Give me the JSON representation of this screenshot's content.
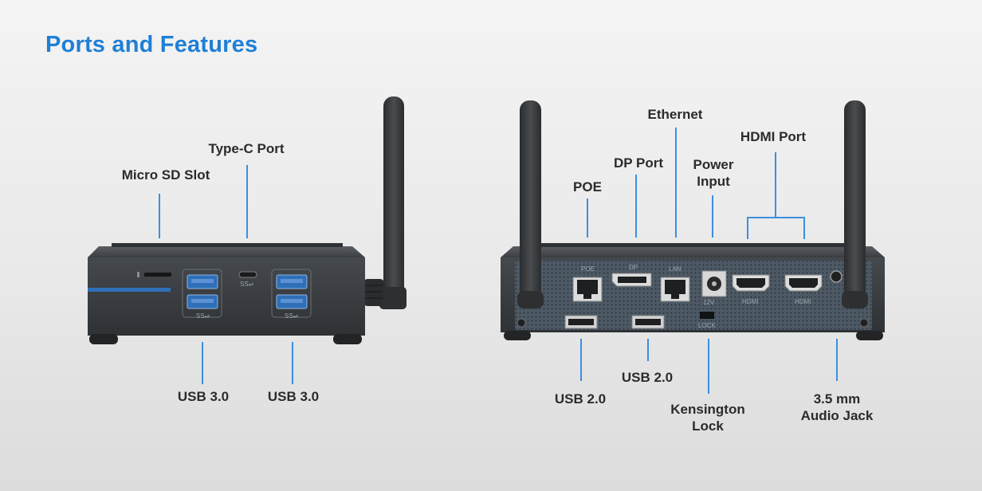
{
  "title": "Ports and Features",
  "front_device": {
    "labels": {
      "micro_sd_slot": "Micro SD Slot",
      "type_c_port": "Type-C Port",
      "usb30_left": "USB 3.0",
      "usb30_right": "USB 3.0"
    },
    "port_marks": {
      "ss_left": "SS⇌",
      "ss_typec": "SS⇌",
      "ss_right": "SS⇌"
    }
  },
  "back_device": {
    "labels": {
      "poe": "POE",
      "dp_port": "DP Port",
      "ethernet": "Ethernet",
      "power_input": "Power\nInput",
      "hdmi_port": "HDMI Port",
      "usb20_left": "USB 2.0",
      "usb20_right": "USB 2.0",
      "kensington_lock": "Kensington\nLock",
      "audio_jack": "3.5 mm\nAudio Jack"
    },
    "port_marks": {
      "poe": "POE",
      "dp": "DP",
      "lan": "LAN",
      "hdmi_1": "HDMI",
      "hdmi_2": "HDMI",
      "power": "12V",
      "lock": "LOCK"
    }
  },
  "colors": {
    "title": "#1f7fd6",
    "callout_line": "#3b8fe0",
    "usb3_blue": "#2f6fb8",
    "chassis": "#3a3d40"
  }
}
